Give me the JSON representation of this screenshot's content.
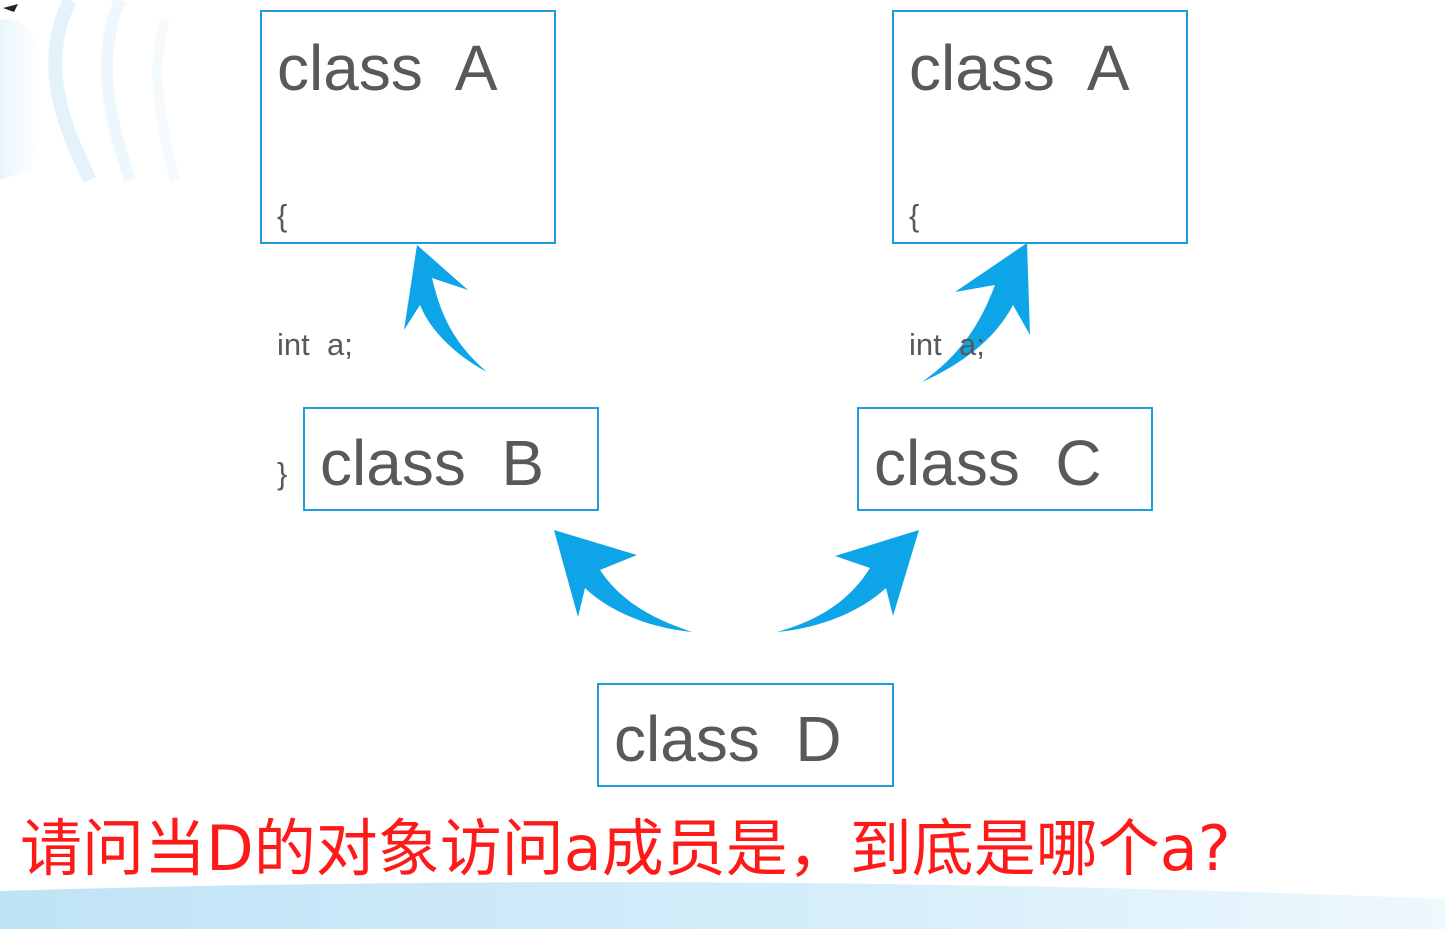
{
  "diagram": {
    "boxes": {
      "a_left": {
        "title": "class  A",
        "lines": [
          "{",
          "int  a;",
          "}"
        ]
      },
      "a_right": {
        "title": "class  A",
        "lines": [
          "{",
          "int  a;",
          "}"
        ]
      },
      "b": {
        "title": "class  B"
      },
      "c": {
        "title": "class  C"
      },
      "d": {
        "title": "class  D"
      }
    },
    "question": "请问当D的对象访问a成员是，到底是哪个a?"
  },
  "colors": {
    "box_border": "#1e9ed8",
    "arrow": "#0ea5e8",
    "box_text": "#595959",
    "question_text": "#ff1a1a"
  }
}
